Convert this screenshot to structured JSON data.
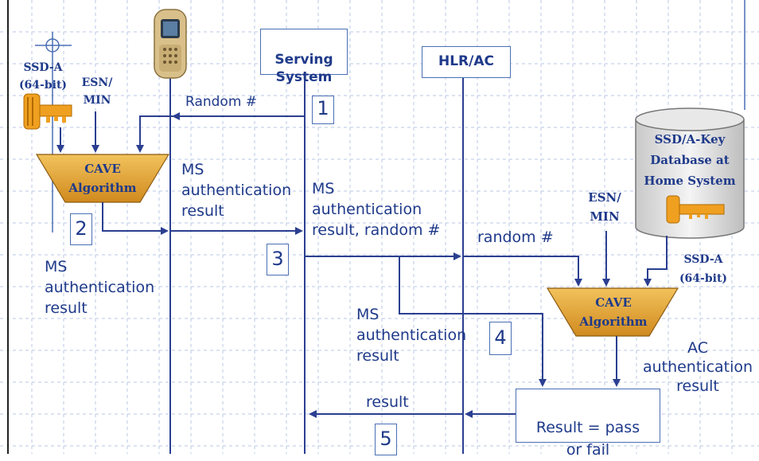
{
  "entities": {
    "serving_system": "Serving\nSystem",
    "hlr_ac": "HLR/AC",
    "database": "SSD/A-Key\nDatabase at\nHome System"
  },
  "inputs": {
    "ssd_a_left": "SSD-A\n(64-bit)",
    "esn_min_left": "ESN/\nMIN",
    "esn_min_right": "ESN/\nMIN",
    "ssd_a_right": "SSD-A\n(64-bit)"
  },
  "algorithms": {
    "cave_left": "CAVE\nAlgorithm",
    "cave_right": "CAVE\nAlgorithm"
  },
  "messages": {
    "random_top": "Random #",
    "ms_auth_mid": "MS\nauthentication\nresult",
    "ms_auth_random": "MS\nauthentication\nresult, random #",
    "random_hlr": "random #",
    "ms_auth_left": "MS\nauthentication\nresult",
    "ms_auth_lower": "MS\nauthentication\nresult",
    "ac_auth": "AC\nauthentication\nresult",
    "result": "result",
    "result_box": "Result = pass\nor fail"
  },
  "steps": [
    "1",
    "2",
    "3",
    "4",
    "5"
  ],
  "colors": {
    "line": "#2b3f91",
    "grid": "#a9bce0",
    "trapezoid": "#e0a43a",
    "text": "#1f3a8a",
    "key": "#f0a020",
    "phone": "#d9c08a"
  },
  "icons": {
    "phone": "mobile-phone-icon",
    "key": "key-icon"
  }
}
